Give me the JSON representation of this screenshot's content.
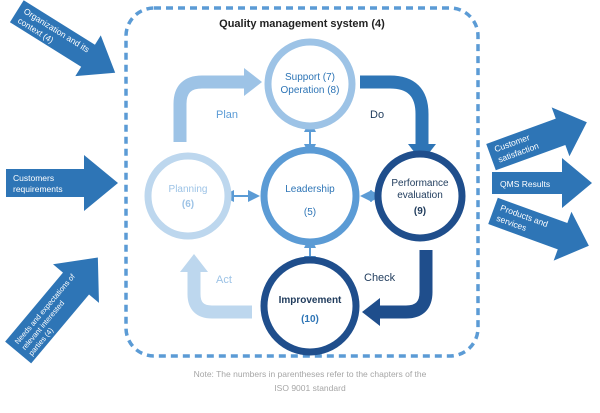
{
  "title": "Quality management system (4)",
  "colors": {
    "dark": "#1f4e8c",
    "mid": "#2e75b6",
    "light": "#5b9bd5",
    "pale": "#9dc3e6",
    "border": "#5b9bd5",
    "note": "#a6a6a6"
  },
  "inputs": {
    "context": [
      "Organization and its",
      "context (4)"
    ],
    "customers": [
      "Customers",
      "requirements"
    ],
    "needs": [
      "Needs and expectations of",
      "relevant interested",
      "parties (4)"
    ]
  },
  "outputs": {
    "satisfaction": [
      "Customer",
      "satisfaction"
    ],
    "qms": "QMS Results",
    "products": [
      "Products and",
      "services"
    ]
  },
  "nodes": {
    "support": {
      "line1": "Support (7)",
      "line2": "Operation (8)"
    },
    "planning": {
      "label": "Planning",
      "num": "(6)"
    },
    "leadership": {
      "label": "Leadership",
      "num": "(5)"
    },
    "performance": {
      "line1": "Performance",
      "line2": "evaluation",
      "num": "(9)"
    },
    "improvement": {
      "label": "Improvement",
      "num": "(10)"
    }
  },
  "cycle": {
    "plan": "Plan",
    "do": "Do",
    "check": "Check",
    "act": "Act"
  },
  "note": [
    "Note: The numbers in parentheses refer to the chapters of the",
    "ISO 9001 standard"
  ]
}
